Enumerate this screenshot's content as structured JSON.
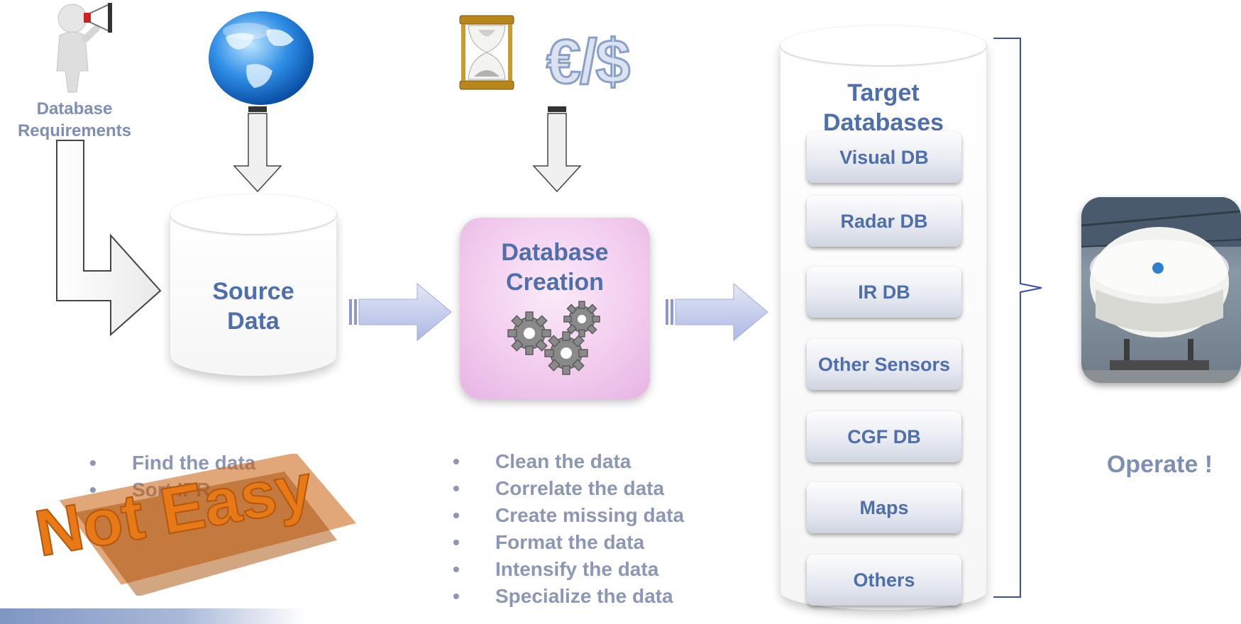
{
  "requirements_label": "Database Requirements",
  "requirements_line1": "Database",
  "requirements_line2": "Requirements",
  "source": {
    "line1": "Source",
    "line2": "Data"
  },
  "creation": {
    "line1": "Database",
    "line2": "Creation"
  },
  "money_symbols": "€/$",
  "target": {
    "title_line1": "Target",
    "title_line2": "Databases",
    "items": [
      "Visual DB",
      "Radar DB",
      "IR DB",
      "Other Sensors",
      "CGF DB",
      "Maps",
      "Others"
    ]
  },
  "find_bullets": [
    "Find the data",
    "Sort IPR"
  ],
  "not_easy": "Not Easy",
  "process_bullets": [
    "Clean the data",
    "Correlate the data",
    "Create missing data",
    "Format  the data",
    "Intensify the data",
    "Specialize the data"
  ],
  "operate": "Operate !",
  "colors": {
    "accent": "#4f6fab",
    "muted": "#8b97b5",
    "creation_fill": "#f2cdef",
    "not_easy": "#e77a17"
  }
}
